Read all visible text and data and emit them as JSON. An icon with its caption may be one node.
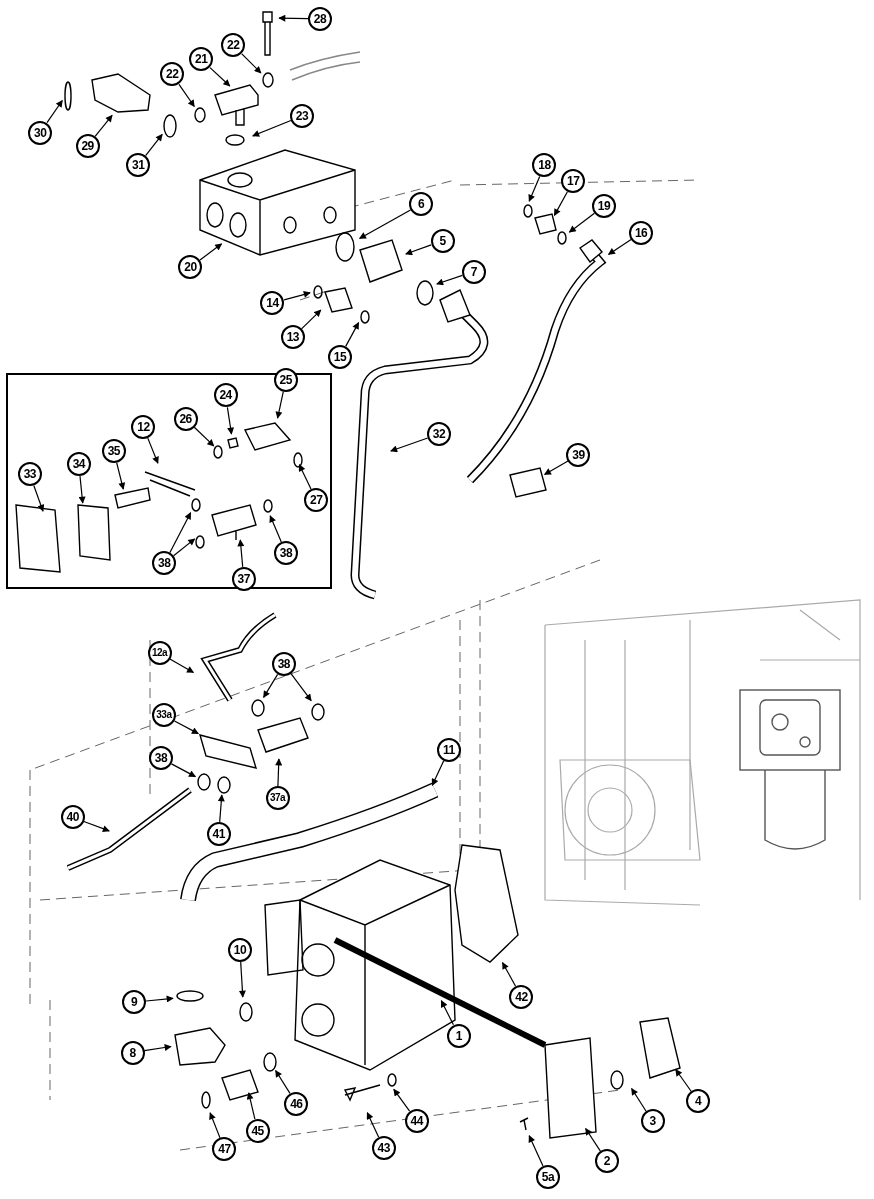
{
  "diagram": {
    "nodes": [
      {
        "text": [
          "28"
        ]
      },
      {
        "text": [
          "22"
        ]
      },
      {
        "text": [
          "21"
        ]
      },
      {
        "text": [
          "22"
        ]
      },
      {
        "text": [
          "30"
        ]
      },
      {
        "text": [
          "29"
        ]
      },
      {
        "text": [
          "23"
        ]
      },
      {
        "text": [
          "31"
        ]
      },
      {
        "text": [
          "18"
        ]
      },
      {
        "text": [
          "17"
        ]
      },
      {
        "text": [
          "19"
        ]
      },
      {
        "text": [
          "16"
        ]
      },
      {
        "text": [
          "6"
        ]
      },
      {
        "text": [
          "20"
        ]
      },
      {
        "text": [
          "5"
        ]
      },
      {
        "text": [
          "7"
        ]
      },
      {
        "text": [
          "14"
        ]
      },
      {
        "text": [
          "13"
        ]
      },
      {
        "text": [
          "15"
        ]
      },
      {
        "text": [],
        "shape": "box"
      },
      {
        "text": [
          "25"
        ],
        "in": 19
      },
      {
        "text": [
          "24"
        ],
        "in": 19
      },
      {
        "text": [
          "26"
        ],
        "in": 19
      },
      {
        "text": [
          "12"
        ],
        "in": 19
      },
      {
        "text": [
          "27"
        ],
        "in": 19
      },
      {
        "text": [
          "35"
        ],
        "in": 19
      },
      {
        "text": [
          "34"
        ],
        "in": 19
      },
      {
        "text": [
          "33"
        ],
        "in": 19
      },
      {
        "text": [
          "38"
        ],
        "in": 19
      },
      {
        "text": [
          "38"
        ],
        "in": 19
      },
      {
        "text": [
          "37"
        ],
        "in": 19
      },
      {
        "text": [
          "32"
        ]
      },
      {
        "text": [
          "39"
        ]
      },
      {
        "text": [
          "12a"
        ]
      },
      {
        "text": [
          "38"
        ]
      },
      {
        "text": [
          "33a"
        ]
      },
      {
        "text": [
          "38"
        ]
      },
      {
        "text": [
          "37a"
        ]
      },
      {
        "text": [
          "41"
        ]
      },
      {
        "text": [
          "11"
        ]
      },
      {
        "text": [
          "40"
        ]
      },
      {
        "text": [
          "10"
        ]
      },
      {
        "text": [
          "42"
        ]
      },
      {
        "text": [
          "9"
        ]
      },
      {
        "text": [
          "1"
        ]
      },
      {
        "text": [
          "8"
        ]
      },
      {
        "text": [
          "4"
        ]
      },
      {
        "text": [
          "46"
        ]
      },
      {
        "text": [
          "44"
        ]
      },
      {
        "text": [
          "3"
        ]
      },
      {
        "text": [
          "45"
        ]
      },
      {
        "text": [
          "43"
        ]
      },
      {
        "text": [
          "47"
        ]
      },
      {
        "text": [
          "2"
        ]
      },
      {
        "text": [
          "5a"
        ]
      }
    ],
    "edges": [
      {
        "from": 0,
        "to": null,
        "arrow": "to"
      },
      {
        "from": 1,
        "to": null,
        "arrow": "to"
      },
      {
        "from": 2,
        "to": null,
        "arrow": "to"
      },
      {
        "from": 3,
        "to": null,
        "arrow": "to"
      },
      {
        "from": 4,
        "to": null,
        "arrow": "to"
      },
      {
        "from": 5,
        "to": null,
        "arrow": "to"
      },
      {
        "from": 6,
        "to": null,
        "arrow": "to"
      },
      {
        "from": 7,
        "to": null,
        "arrow": "to"
      },
      {
        "from": 8,
        "to": null,
        "arrow": "to"
      },
      {
        "from": 9,
        "to": null,
        "arrow": "to"
      },
      {
        "from": 10,
        "to": null,
        "arrow": "to"
      },
      {
        "from": 11,
        "to": null,
        "arrow": "to"
      },
      {
        "from": 12,
        "to": null,
        "arrow": "to"
      },
      {
        "from": 13,
        "to": null,
        "arrow": "to"
      },
      {
        "from": 14,
        "to": null,
        "arrow": "to"
      },
      {
        "from": 15,
        "to": null,
        "arrow": "to"
      },
      {
        "from": 16,
        "to": null,
        "arrow": "to"
      },
      {
        "from": 17,
        "to": null,
        "arrow": "to"
      },
      {
        "from": 18,
        "to": null,
        "arrow": "to"
      },
      {
        "from": 20,
        "to": null,
        "arrow": "to"
      },
      {
        "from": 21,
        "to": null,
        "arrow": "to"
      },
      {
        "from": 22,
        "to": null,
        "arrow": "to"
      },
      {
        "from": 23,
        "to": null,
        "arrow": "to"
      },
      {
        "from": 24,
        "to": null,
        "arrow": "to"
      },
      {
        "from": 25,
        "to": null,
        "arrow": "to"
      },
      {
        "from": 26,
        "to": null,
        "arrow": "to"
      },
      {
        "from": 27,
        "to": null,
        "arrow": "to"
      },
      {
        "from": 28,
        "to": null,
        "arrow": "to"
      },
      {
        "from": 28,
        "to": null,
        "arrow": "to"
      },
      {
        "from": 29,
        "to": null,
        "arrow": "to"
      },
      {
        "from": 30,
        "to": null,
        "arrow": "to"
      },
      {
        "from": 31,
        "to": null,
        "arrow": "to"
      },
      {
        "from": 32,
        "to": null,
        "arrow": "to"
      },
      {
        "from": 33,
        "to": null,
        "arrow": "to"
      },
      {
        "from": 34,
        "to": null,
        "arrow": "to"
      },
      {
        "from": 34,
        "to": null,
        "arrow": "to"
      },
      {
        "from": 35,
        "to": null,
        "arrow": "to"
      },
      {
        "from": 36,
        "to": null,
        "arrow": "to"
      },
      {
        "from": 37,
        "to": null,
        "arrow": "to"
      },
      {
        "from": 38,
        "to": null,
        "arrow": "to"
      },
      {
        "from": 39,
        "to": null,
        "arrow": "to"
      },
      {
        "from": 40,
        "to": null,
        "arrow": "to"
      },
      {
        "from": 41,
        "to": null,
        "arrow": "to"
      },
      {
        "from": 42,
        "to": null,
        "arrow": "to"
      },
      {
        "from": 43,
        "to": null,
        "arrow": "to"
      },
      {
        "from": 44,
        "to": null,
        "arrow": "to"
      },
      {
        "from": 45,
        "to": null,
        "arrow": "to"
      },
      {
        "from": 46,
        "to": null,
        "arrow": "to"
      },
      {
        "from": 47,
        "to": null,
        "arrow": "to"
      },
      {
        "from": 48,
        "to": null,
        "arrow": "to"
      },
      {
        "from": 49,
        "to": null,
        "arrow": "to"
      },
      {
        "from": 50,
        "to": null,
        "arrow": "to"
      },
      {
        "from": 51,
        "to": null,
        "arrow": "to"
      },
      {
        "from": 52,
        "to": null,
        "arrow": "to"
      },
      {
        "from": 53,
        "to": null,
        "arrow": "to"
      },
      {
        "from": 54,
        "to": null,
        "arrow": "to"
      }
    ]
  }
}
